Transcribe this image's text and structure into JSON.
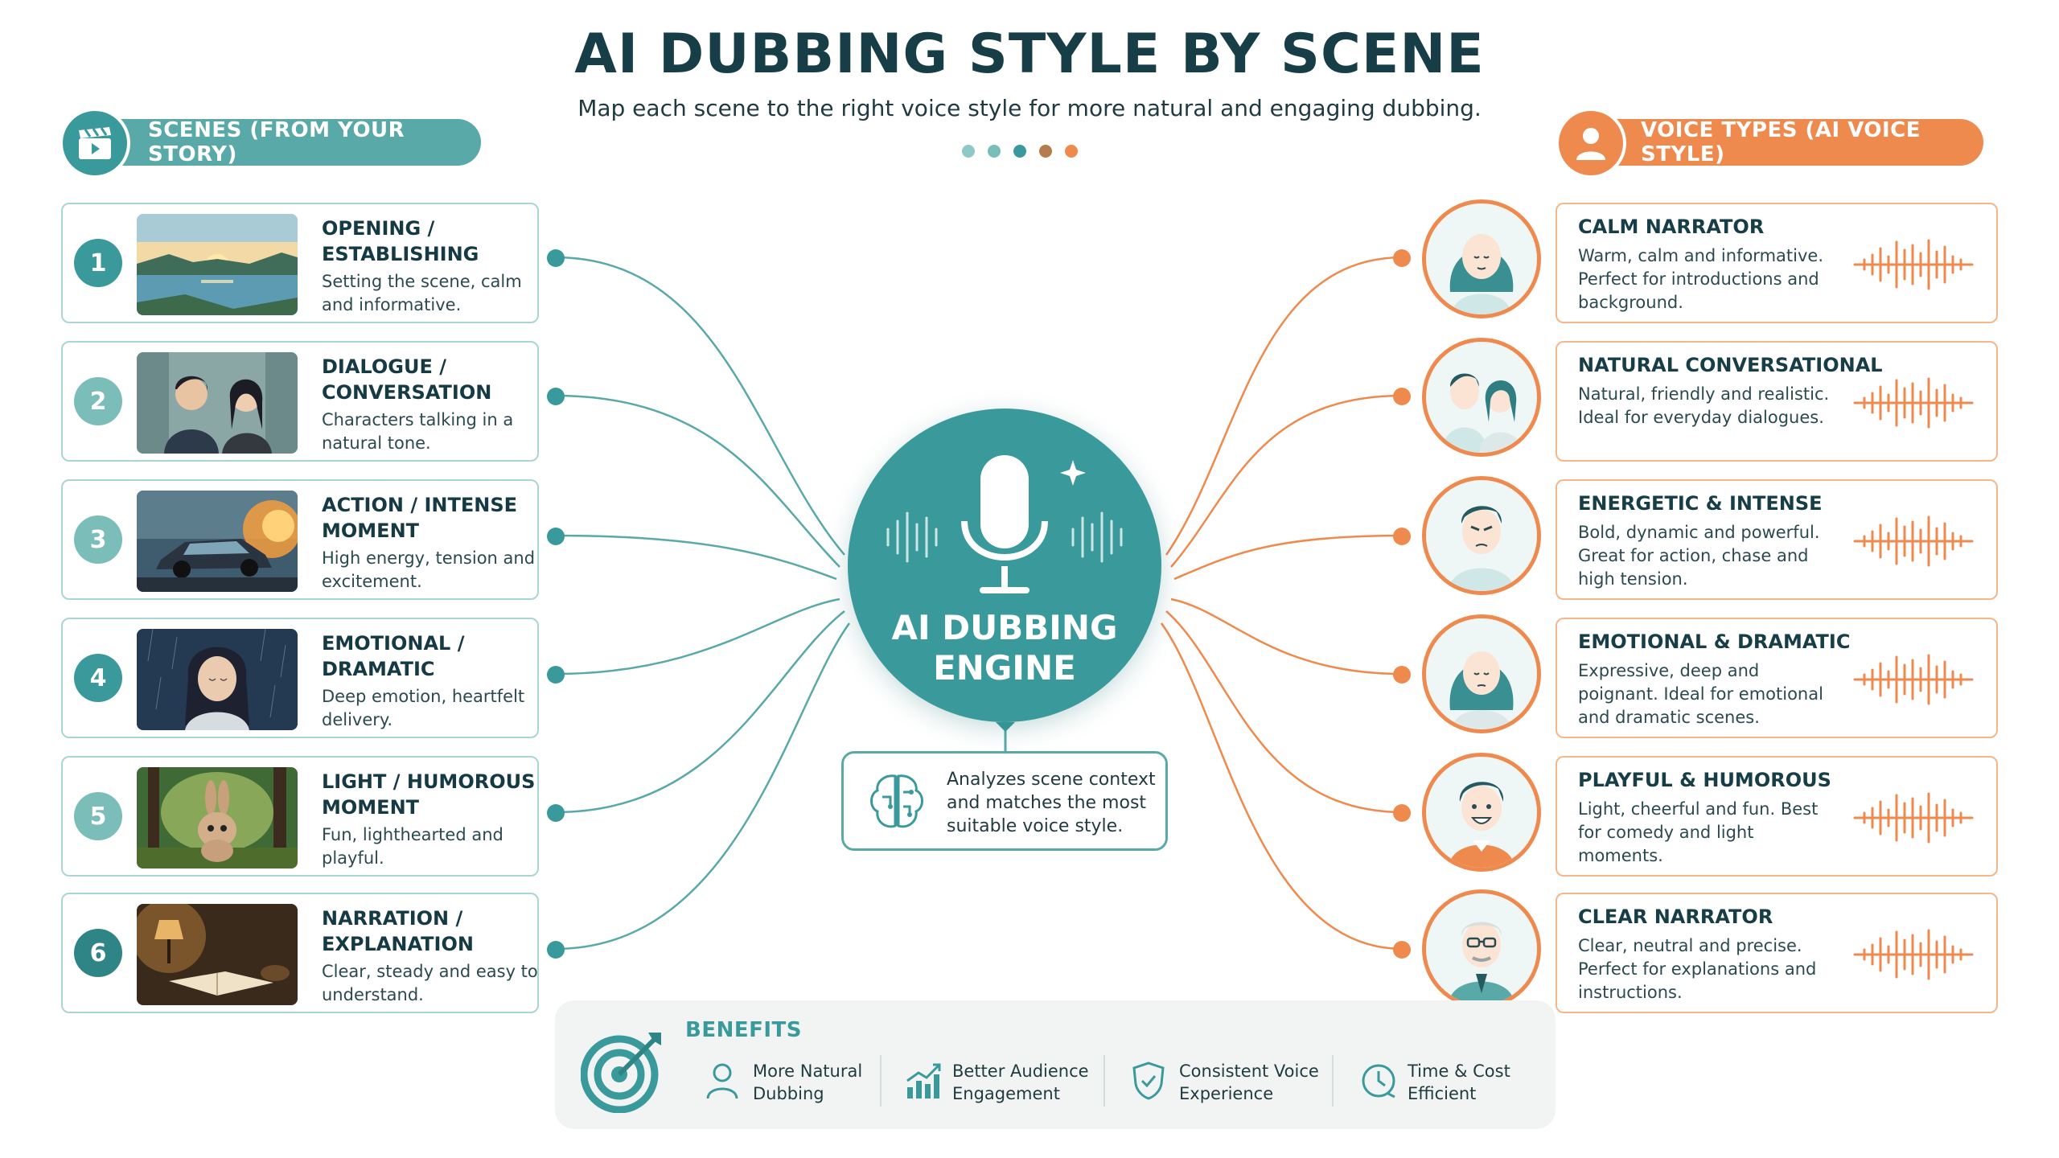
{
  "header": {
    "title": "AI DUBBING STYLE BY SCENE",
    "subtitle": "Map each scene to the right voice style for more natural and engaging dubbing.",
    "dot_colors": [
      "#8fc9c6",
      "#7bbdb9",
      "#3a9a9b",
      "#b57d4b",
      "#ef8a4e"
    ]
  },
  "scenes_section": {
    "label": "SCENES (FROM YOUR STORY)",
    "icon": "clapperboard-icon",
    "color": "#5aa9a9"
  },
  "voices_section": {
    "label": "VOICE TYPES (AI VOICE STYLE)",
    "icon": "person-icon",
    "color": "#ef8a4e"
  },
  "scenes": [
    {
      "number": "1",
      "title": "OPENING / ESTABLISHING",
      "description": "Setting the scene, calm and informative.",
      "image": "sunrise-lake-image",
      "color": "#3a9a9b"
    },
    {
      "number": "2",
      "title": "DIALOGUE / CONVERSATION",
      "description": "Characters talking in a natural tone.",
      "image": "two-characters-image",
      "color": "#7bbdb9"
    },
    {
      "number": "3",
      "title": "ACTION / INTENSE MOMENT",
      "description": "High energy, tension and excitement.",
      "image": "car-explosion-image",
      "color": "#7bbdb9"
    },
    {
      "number": "4",
      "title": "EMOTIONAL / DRAMATIC",
      "description": "Deep emotion, heartfelt delivery.",
      "image": "sad-girl-rain-image",
      "color": "#3a9a9b"
    },
    {
      "number": "5",
      "title": "LIGHT / HUMOROUS MOMENT",
      "description": "Fun, lighthearted and playful.",
      "image": "bunny-forest-image",
      "color": "#7bbdb9"
    },
    {
      "number": "6",
      "title": "NARRATION / EXPLANATION",
      "description": "Clear, steady and easy to understand.",
      "image": "lamp-book-image",
      "color": "#2f8586"
    }
  ],
  "voices": [
    {
      "title": "CALM NARRATOR",
      "description": "Warm, calm and informative. Perfect for introductions and background.",
      "avatar": "calm-woman-avatar-icon"
    },
    {
      "title": "NATURAL CONVERSATIONAL",
      "description": "Natural, friendly and realistic. Ideal for everyday dialogues.",
      "avatar": "couple-avatar-icon"
    },
    {
      "title": "ENERGETIC & INTENSE",
      "description": "Bold, dynamic and powerful. Great for action, chase and high tension.",
      "avatar": "intense-man-avatar-icon"
    },
    {
      "title": "EMOTIONAL & DRAMATIC",
      "description": "Expressive, deep and poignant. Ideal for emotional and dramatic scenes.",
      "avatar": "emotional-woman-avatar-icon"
    },
    {
      "title": "PLAYFUL & HUMOROUS",
      "description": "Light, cheerful and fun. Best for comedy and light moments.",
      "avatar": "smiling-man-avatar-icon"
    },
    {
      "title": "CLEAR NARRATOR",
      "description": "Clear, neutral and precise. Perfect for explanations and instructions.",
      "avatar": "older-man-glasses-avatar-icon"
    }
  ],
  "engine": {
    "label_line1": "AI DUBBING",
    "label_line2": "ENGINE",
    "icon": "microphone-icon",
    "note": "Analyzes scene context and matches the most suitable voice style.",
    "note_icon": "brain-circuit-icon",
    "color": "#3a9a9b"
  },
  "benefits": {
    "title": "BENEFITS",
    "icon": "target-icon",
    "items": [
      {
        "label": "More Natural Dubbing",
        "icon": "person-outline-icon"
      },
      {
        "label": "Better Audience Engagement",
        "icon": "growth-chart-icon"
      },
      {
        "label": "Consistent Voice Experience",
        "icon": "shield-check-icon"
      },
      {
        "label": "Time & Cost Efficient",
        "icon": "clock-icon"
      }
    ]
  }
}
